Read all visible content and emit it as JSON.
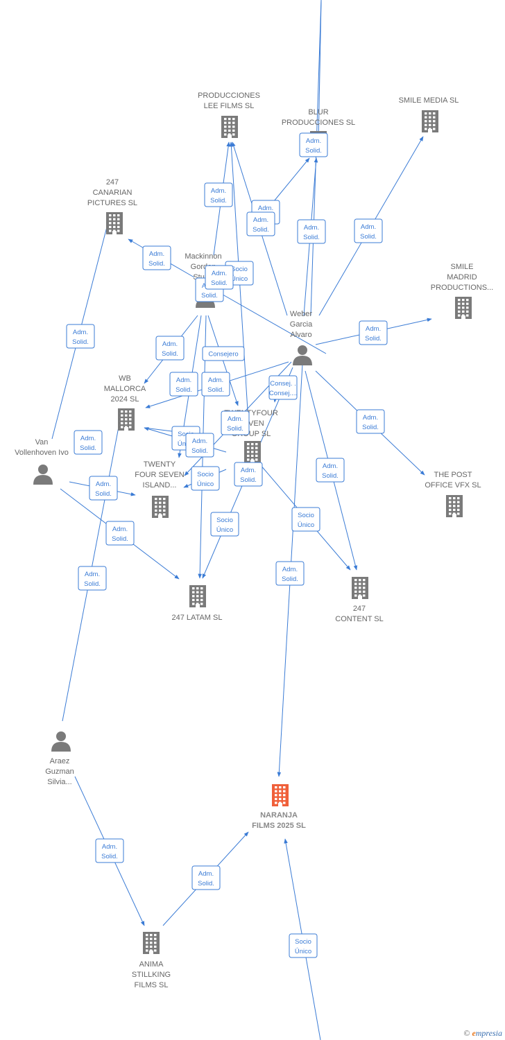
{
  "colors": {
    "edge": "#3a7bd5",
    "company": "#7a7a7a",
    "person": "#7a7a7a",
    "highlight": "#f0603a",
    "label": "#666666"
  },
  "nodes": [
    {
      "id": "prod_lee",
      "type": "company",
      "lines": [
        "PRODUCCIONES",
        "LEE FILMS SL"
      ]
    },
    {
      "id": "blur",
      "type": "company",
      "lines": [
        "BLUR",
        "PRODUCCIONES SL"
      ]
    },
    {
      "id": "smile_media",
      "type": "company",
      "lines": [
        "SMILE MEDIA SL"
      ]
    },
    {
      "id": "canarian",
      "type": "company",
      "lines": [
        "247",
        "CANARIAN",
        "PICTURES SL"
      ]
    },
    {
      "id": "smile_madrid",
      "type": "company",
      "lines": [
        "SMILE",
        "MADRID",
        "PRODUCTIONS..."
      ]
    },
    {
      "id": "mackinnon",
      "type": "person",
      "lines": [
        "Mackinnon",
        "Gordon",
        "Stuart"
      ]
    },
    {
      "id": "weber",
      "type": "person",
      "lines": [
        "Weber",
        "Garcia",
        "Alvaro"
      ]
    },
    {
      "id": "wb_mallorca",
      "type": "company",
      "lines": [
        "WB",
        "MALLORCA",
        "2024 SL"
      ]
    },
    {
      "id": "twentyfour_group",
      "type": "company",
      "lines": [
        "TWENTYFOUR",
        "SEVEN",
        "GROUP SL"
      ]
    },
    {
      "id": "van",
      "type": "person",
      "lines": [
        "Van",
        "Vollenhoven Ivo"
      ]
    },
    {
      "id": "twenty_island",
      "type": "company",
      "lines": [
        "TWENTY",
        "FOUR SEVEN",
        "ISLAND..."
      ]
    },
    {
      "id": "post_office",
      "type": "company",
      "lines": [
        "THE POST",
        "OFFICE VFX SL"
      ]
    },
    {
      "id": "latam",
      "type": "company",
      "lines": [
        "247 LATAM SL"
      ]
    },
    {
      "id": "content",
      "type": "company",
      "lines": [
        "247",
        "CONTENT SL"
      ]
    },
    {
      "id": "araez",
      "type": "person",
      "lines": [
        "Araez",
        "Guzman",
        "Silvia..."
      ]
    },
    {
      "id": "naranja",
      "type": "company",
      "highlight": true,
      "lines": [
        "NARANJA",
        "FILMS 2025 SL"
      ]
    },
    {
      "id": "anima",
      "type": "company",
      "lines": [
        "ANIMA",
        "STILLKING",
        "FILMS SL"
      ]
    }
  ],
  "relations": [
    {
      "lines": [
        "Adm.",
        "Solid."
      ]
    },
    {
      "lines": [
        "Adm.",
        "Solid."
      ]
    },
    {
      "lines": [
        "Adm.",
        "Solid."
      ]
    },
    {
      "lines": [
        "Adm.",
        "Solid."
      ]
    },
    {
      "lines": [
        "Adm.",
        "Solid."
      ]
    },
    {
      "lines": [
        "Adm.",
        "Solid."
      ]
    },
    {
      "lines": [
        "Adm.",
        "Solid."
      ]
    },
    {
      "lines": [
        "Adm.",
        "Solid."
      ]
    },
    {
      "lines": [
        "Socio",
        "Único"
      ]
    },
    {
      "lines": [
        "Adm.",
        "Solid."
      ]
    },
    {
      "lines": [
        "Adm.",
        "Solid."
      ]
    },
    {
      "lines": [
        "Adm.",
        "Solid."
      ]
    },
    {
      "lines": [
        "Adm.",
        "Solid."
      ]
    },
    {
      "lines": [
        "Consejero"
      ]
    },
    {
      "lines": [
        "Adm.",
        "Solid."
      ]
    },
    {
      "lines": [
        "Consej. .",
        "Consej...."
      ]
    },
    {
      "lines": [
        "Adm.",
        "Solid."
      ]
    },
    {
      "lines": [
        "Adm.",
        "Solid."
      ]
    },
    {
      "lines": [
        "Adm.",
        "Solid."
      ]
    },
    {
      "lines": [
        "Socio",
        "Único"
      ]
    },
    {
      "lines": [
        "Adm.",
        "Solid."
      ]
    },
    {
      "lines": [
        "Adm.",
        "Solid."
      ]
    },
    {
      "lines": [
        "Adm.",
        "Solid."
      ]
    },
    {
      "lines": [
        "Socio",
        "Único"
      ]
    },
    {
      "lines": [
        "Adm.",
        "Solid."
      ]
    },
    {
      "lines": [
        "Adm.",
        "Solid."
      ]
    },
    {
      "lines": [
        "Adm.",
        "Solid."
      ]
    },
    {
      "lines": [
        "Socio",
        "Único"
      ]
    },
    {
      "lines": [
        "Socio",
        "Único"
      ]
    },
    {
      "lines": [
        "Adm.",
        "Solid."
      ]
    },
    {
      "lines": [
        "Adm.",
        "Solid."
      ]
    },
    {
      "lines": [
        "Adm.",
        "Solid."
      ]
    },
    {
      "lines": [
        "Socio",
        "Único"
      ]
    },
    {
      "lines": [
        "Adm.",
        "Solid."
      ]
    }
  ],
  "footer": {
    "copyright": "©",
    "brand_initial": "e",
    "brand_rest": "mpresia"
  }
}
